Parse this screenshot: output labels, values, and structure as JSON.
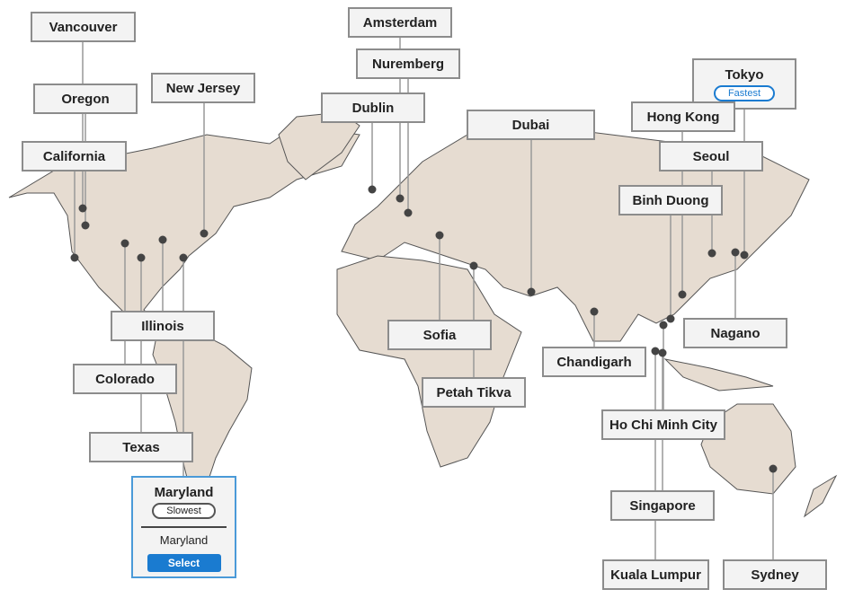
{
  "locations": [
    {
      "name": "Vancouver"
    },
    {
      "name": "Oregon"
    },
    {
      "name": "California"
    },
    {
      "name": "New Jersey"
    },
    {
      "name": "Amsterdam"
    },
    {
      "name": "Nuremberg"
    },
    {
      "name": "Dublin"
    },
    {
      "name": "Dubai"
    },
    {
      "name": "Tokyo",
      "badge": "Fastest"
    },
    {
      "name": "Hong Kong"
    },
    {
      "name": "Seoul"
    },
    {
      "name": "Binh Duong"
    },
    {
      "name": "Illinois"
    },
    {
      "name": "Colorado"
    },
    {
      "name": "Texas"
    },
    {
      "name": "Maryland",
      "badge": "Slowest",
      "selected": true,
      "detail": "Maryland",
      "button": "Select"
    },
    {
      "name": "Sofia"
    },
    {
      "name": "Petah Tikva"
    },
    {
      "name": "Chandigarh"
    },
    {
      "name": "Nagano"
    },
    {
      "name": "Ho Chi Minh City"
    },
    {
      "name": "Singapore"
    },
    {
      "name": "Kuala Lumpur"
    },
    {
      "name": "Sydney"
    }
  ],
  "colors": {
    "land": "#e6dcd1",
    "accent": "#1a7bd0",
    "dot": "#444444"
  }
}
